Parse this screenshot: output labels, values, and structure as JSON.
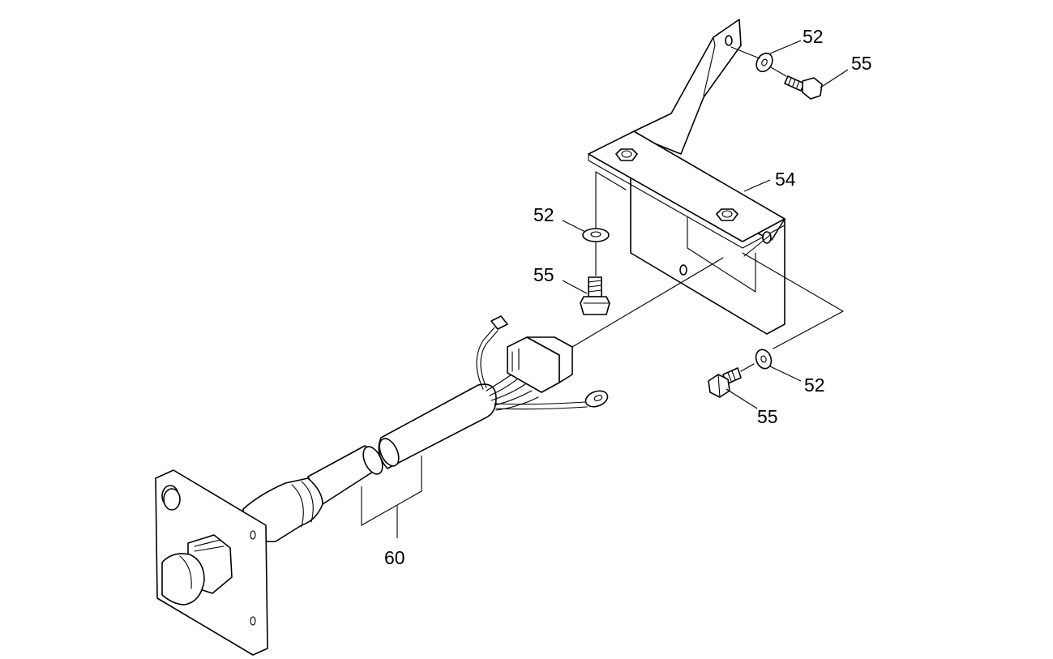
{
  "callouts": {
    "washer_top": "52",
    "bolt_top": "55",
    "bracket": "54",
    "washer_left": "52",
    "bolt_left": "55",
    "washer_right": "52",
    "bolt_right": "55",
    "harness": "60"
  }
}
